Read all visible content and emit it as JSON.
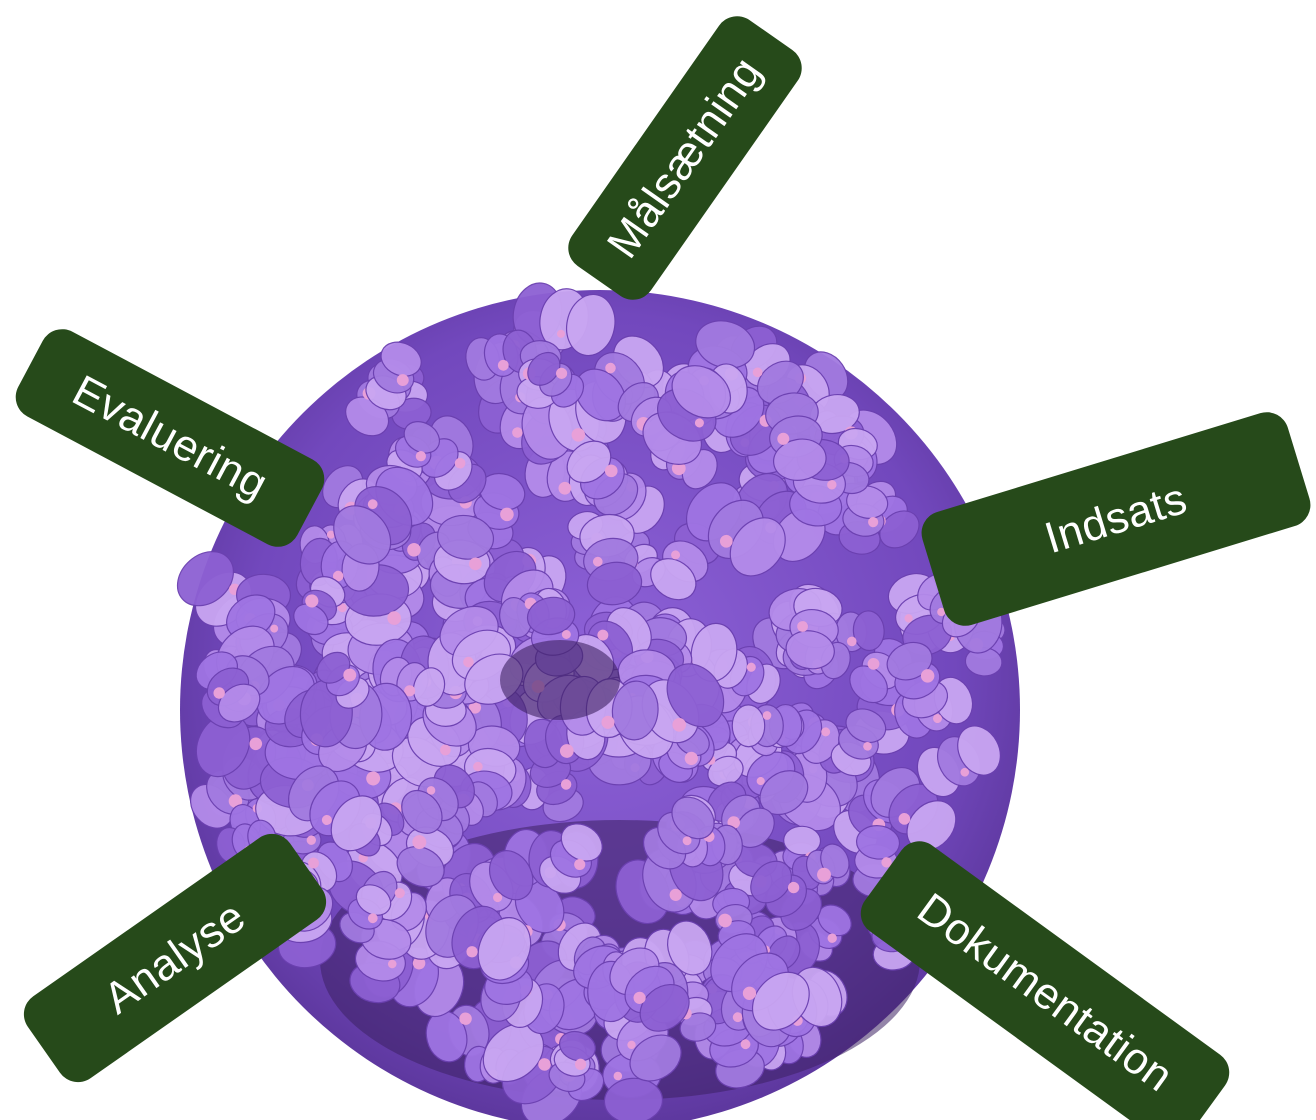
{
  "colors": {
    "label_background": "#264a1a",
    "label_text": "#ffffff",
    "flower_light": "#c9a6f2",
    "flower_mid": "#9f74e3",
    "flower_dark": "#6a3fb3",
    "flower_shadow": "#3d2163",
    "stamen": "#e8a0d8"
  },
  "diagram": {
    "center_image": "purple-scabious-flower",
    "labels": [
      {
        "id": "malsaetning",
        "text": "Målsætning"
      },
      {
        "id": "indsats",
        "text": "Indsats"
      },
      {
        "id": "dokumentation",
        "text": "Dokumentation"
      },
      {
        "id": "analyse",
        "text": "Analyse"
      },
      {
        "id": "evaluering",
        "text": "Evaluering"
      }
    ]
  }
}
